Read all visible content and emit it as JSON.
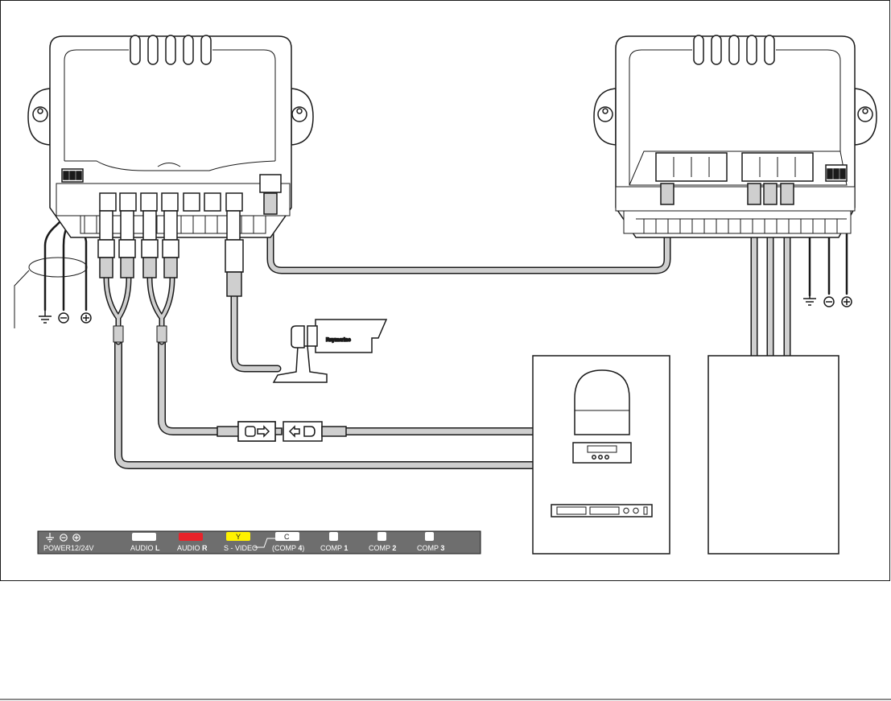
{
  "colors": {
    "cable": "#cfcfcf",
    "outline": "#1a1a1a",
    "legend_bg": "#6e6e6e",
    "audio_l": "#ffffff",
    "audio_r": "#e8232a",
    "s_video_y": "#fff200",
    "s_video_c": "#ffffff",
    "comp": "#ffffff"
  },
  "icons": {
    "ground": "ground-symbol-icon",
    "negative": "minus-circle-icon",
    "positive": "plus-circle-icon"
  },
  "camera": {
    "brand": "Raymarine"
  },
  "legend": {
    "power": "POWER",
    "voltage": "12/24V",
    "audio_l": {
      "text": "AUDIO ",
      "bold": "L"
    },
    "audio_r": {
      "text": "AUDIO ",
      "bold": "R"
    },
    "s_video": "S - VIDEO",
    "y_tag": "Y",
    "c_tag": "C",
    "comp4": {
      "open": "(COMP ",
      "bold": "4",
      "close": ")"
    },
    "comp1": {
      "text": "COMP ",
      "bold": "1"
    },
    "comp2": {
      "text": "COMP ",
      "bold": "2"
    },
    "comp3": {
      "text": "COMP ",
      "bold": "3"
    }
  }
}
